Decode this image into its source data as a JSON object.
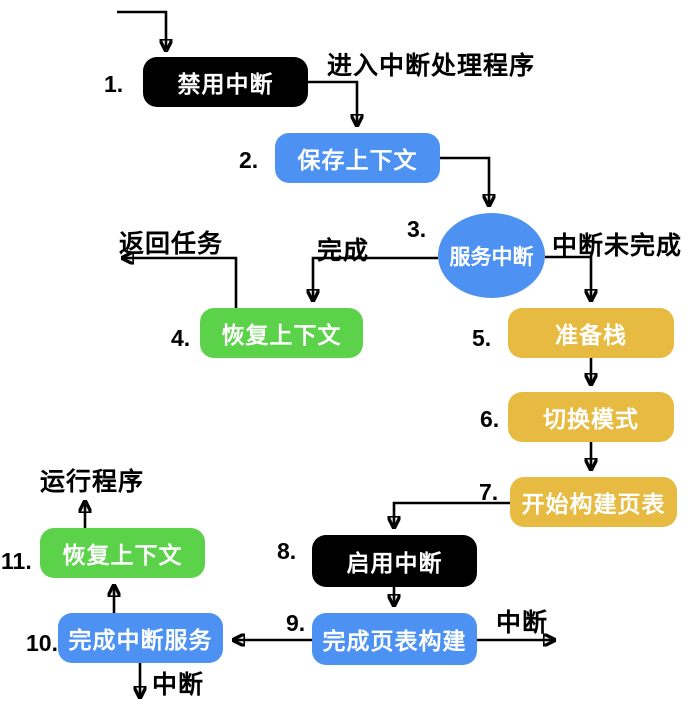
{
  "diagram": {
    "type": "flowchart",
    "nodes": [
      {
        "number": "1.",
        "label": "禁用中断",
        "shape": "rounded-rect",
        "color": "#000000"
      },
      {
        "number": "2.",
        "label": "保存上下文",
        "shape": "rounded-rect",
        "color": "#4D92F2"
      },
      {
        "number": "3.",
        "label": "服务中断",
        "shape": "ellipse",
        "color": "#4D92F2"
      },
      {
        "number": "4.",
        "label": "恢复上下文",
        "shape": "rounded-rect",
        "color": "#5BD24A"
      },
      {
        "number": "5.",
        "label": "准备栈",
        "shape": "rounded-rect",
        "color": "#E7BB41"
      },
      {
        "number": "6.",
        "label": "切换模式",
        "shape": "rounded-rect",
        "color": "#E7BB41"
      },
      {
        "number": "7.",
        "label": "开始构建页表",
        "shape": "rounded-rect",
        "color": "#E7BB41"
      },
      {
        "number": "8.",
        "label": "启用中断",
        "shape": "rounded-rect",
        "color": "#000000"
      },
      {
        "number": "9.",
        "label": "完成页表构建",
        "shape": "rounded-rect",
        "color": "#4D92F2"
      },
      {
        "number": "10.",
        "label": "完成中断服务",
        "shape": "rounded-rect",
        "color": "#4D92F2"
      },
      {
        "number": "11.",
        "label": "恢复上下文",
        "shape": "rounded-rect",
        "color": "#5BD24A"
      }
    ],
    "edge_labels": {
      "enter_handler": "进入中断处理程序",
      "return_to_task": "返回任务",
      "done": "完成",
      "interrupt_not_done": "中断未完成",
      "run_program": "运行程序",
      "interrupt_right": "中断",
      "interrupt_down": "中断"
    },
    "colors": {
      "node_blue": "#4D92F2",
      "node_green": "#5BD24A",
      "node_yellow": "#E7BB41",
      "node_black": "#000000",
      "node_text": "#FFFFFF",
      "line": "#000000",
      "background": "#FFFFFF"
    }
  }
}
